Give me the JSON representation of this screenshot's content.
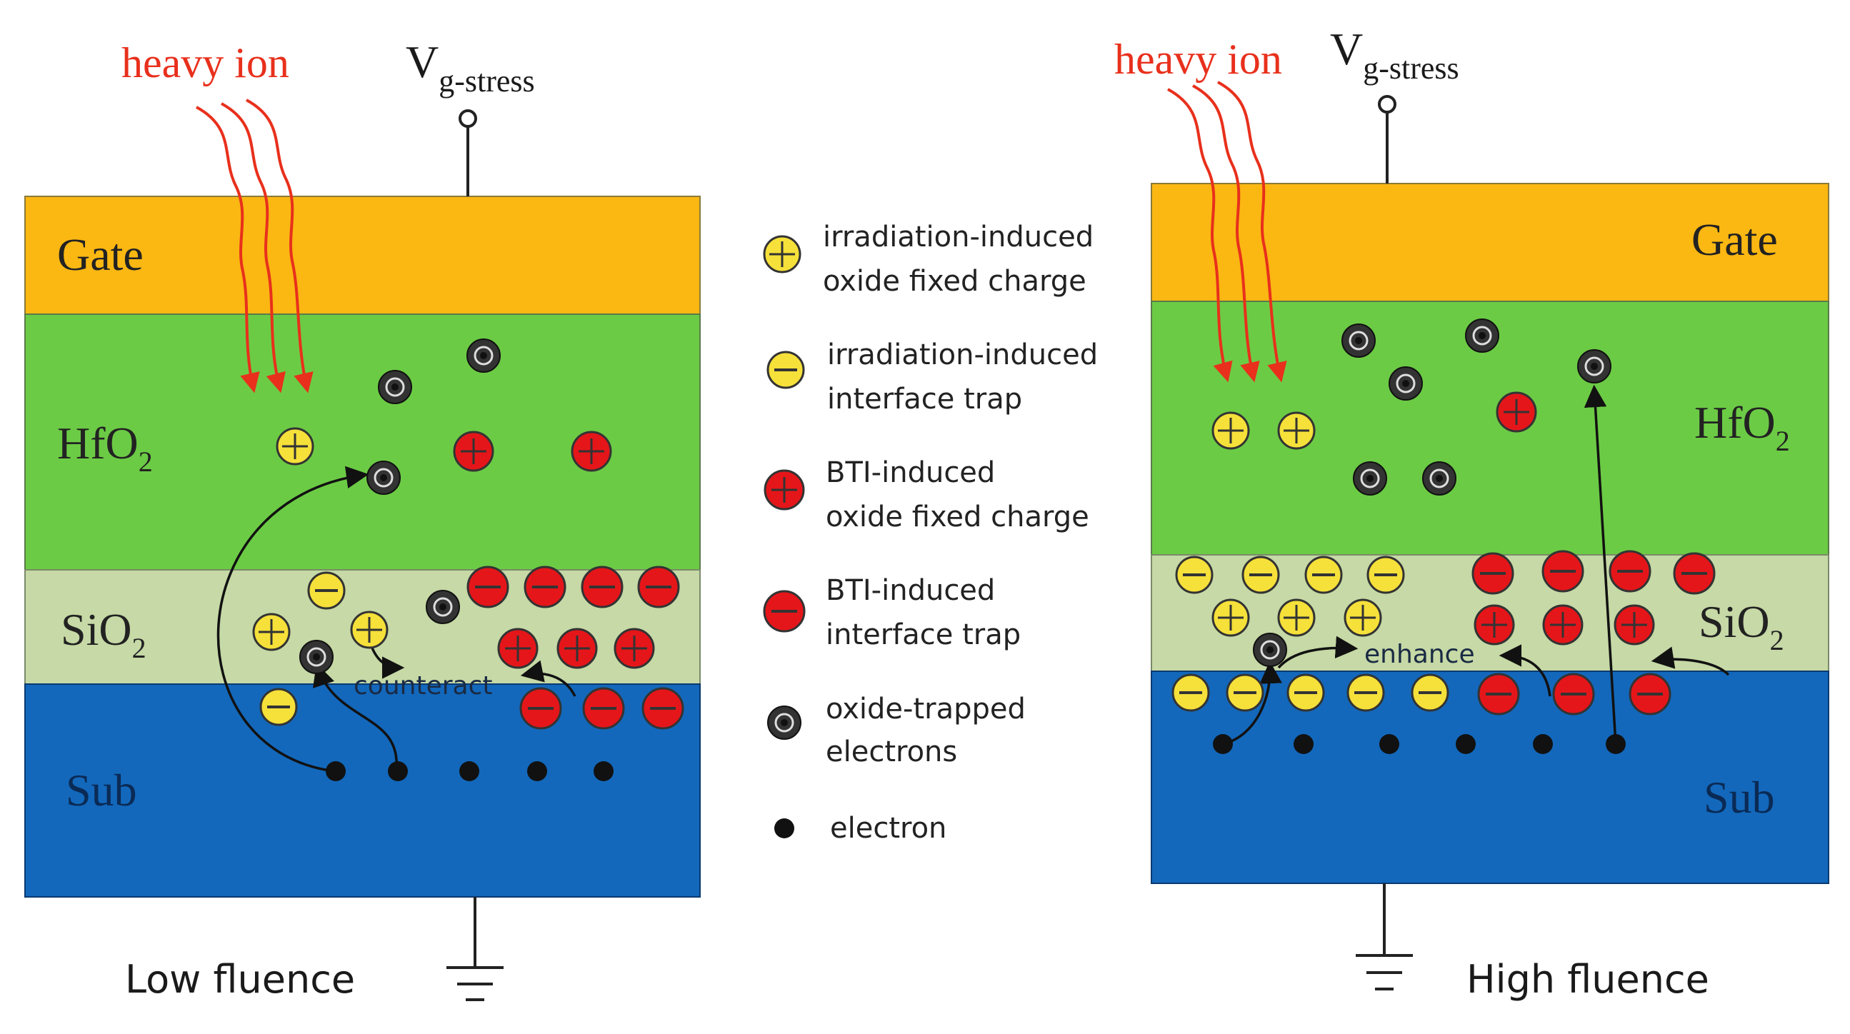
{
  "colors": {
    "gate": "#FBB712",
    "hfo2": "#6CCB45",
    "sio2": "#C6D9A6",
    "sub": "#1368BB",
    "heavy_ion": "#E8301C",
    "yellow_charge": "#F6E03A",
    "red_charge": "#E5161A",
    "trap_ring": "#333333",
    "text_dark": "#1a1a1a",
    "text_sub_label": "#0A2A55"
  },
  "left": {
    "heavy_ion": "heavy ion",
    "v_main": "V",
    "v_sub": "g-stress",
    "gate": "Gate",
    "hfo2_main": "HfO",
    "hfo2_sub": "2",
    "sio2_main": "SiO",
    "sio2_sub": "2",
    "sub": "Sub",
    "note": "counteract",
    "fluence": "Low fluence"
  },
  "right": {
    "heavy_ion": "heavy ion",
    "v_main": "V",
    "v_sub": "g-stress",
    "gate": "Gate",
    "hfo2_main": "HfO",
    "hfo2_sub": "2",
    "sio2_main": "SiO",
    "sio2_sub": "2",
    "sub": "Sub",
    "note": "enhance",
    "fluence": "High fluence"
  },
  "legend": [
    {
      "icon": "yellow-plus",
      "line1": "irradiation-induced",
      "line2": "oxide fixed charge"
    },
    {
      "icon": "yellow-minus",
      "line1": "irradiation-induced",
      "line2": "interface trap"
    },
    {
      "icon": "red-plus",
      "line1": "BTI-induced",
      "line2": "oxide fixed charge"
    },
    {
      "icon": "red-minus",
      "line1": "BTI-induced",
      "line2": "interface trap"
    },
    {
      "icon": "trapped-electron",
      "line1": "oxide-trapped",
      "line2": "electrons"
    },
    {
      "icon": "electron-dot",
      "line1": "electron",
      "line2": ""
    }
  ]
}
